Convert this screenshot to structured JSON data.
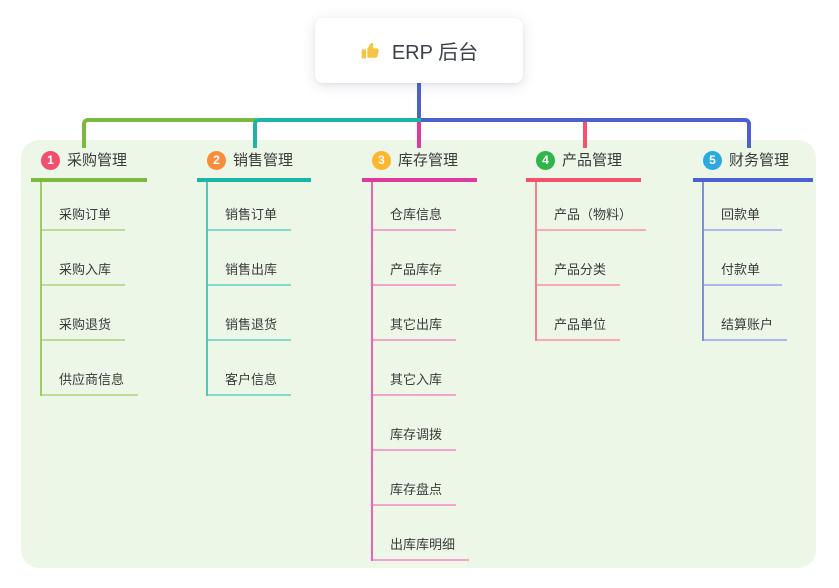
{
  "root": {
    "label": "ERP 后台",
    "icon": "thumbs-up",
    "icon_color": "#f6c445"
  },
  "canvas_bg": "#ffffff",
  "panel_bg": "#edf7e7",
  "connector_color": "#4c61cf",
  "branches": [
    {
      "number": "1",
      "label": "采购管理",
      "badge_color": "#f0506e",
      "line_color": "#7cb93f",
      "trunk_color": "#9ccb6b",
      "child_line_color": "#b9dc96",
      "items": [
        "采购订单",
        "采购入库",
        "采购退货",
        "供应商信息"
      ]
    },
    {
      "number": "2",
      "label": "销售管理",
      "badge_color": "#f98d3d",
      "line_color": "#1bb5a5",
      "trunk_color": "#52c8ba",
      "child_line_color": "#85d8cc",
      "items": [
        "销售订单",
        "销售出库",
        "销售退货",
        "客户信息"
      ]
    },
    {
      "number": "3",
      "label": "库存管理",
      "badge_color": "#fcb62f",
      "line_color": "#de3a9d",
      "trunk_color": "#ee62b4",
      "child_line_color": "#f4a3cf",
      "items": [
        "仓库信息",
        "产品库存",
        "其它出库",
        "其它入库",
        "库存调拨",
        "库存盘点",
        "出库库明细"
      ]
    },
    {
      "number": "4",
      "label": "产品管理",
      "badge_color": "#2fb54a",
      "line_color": "#f4516c",
      "trunk_color": "#f7808f",
      "child_line_color": "#f9aab4",
      "items": [
        "产品（物料）",
        "产品分类",
        "产品单位"
      ]
    },
    {
      "number": "5",
      "label": "财务管理",
      "badge_color": "#2ca9e1",
      "line_color": "#4c61cf",
      "trunk_color": "#7d90de",
      "child_line_color": "#aab8ec",
      "items": [
        "回款单",
        "付款单",
        "结算账户"
      ]
    }
  ]
}
